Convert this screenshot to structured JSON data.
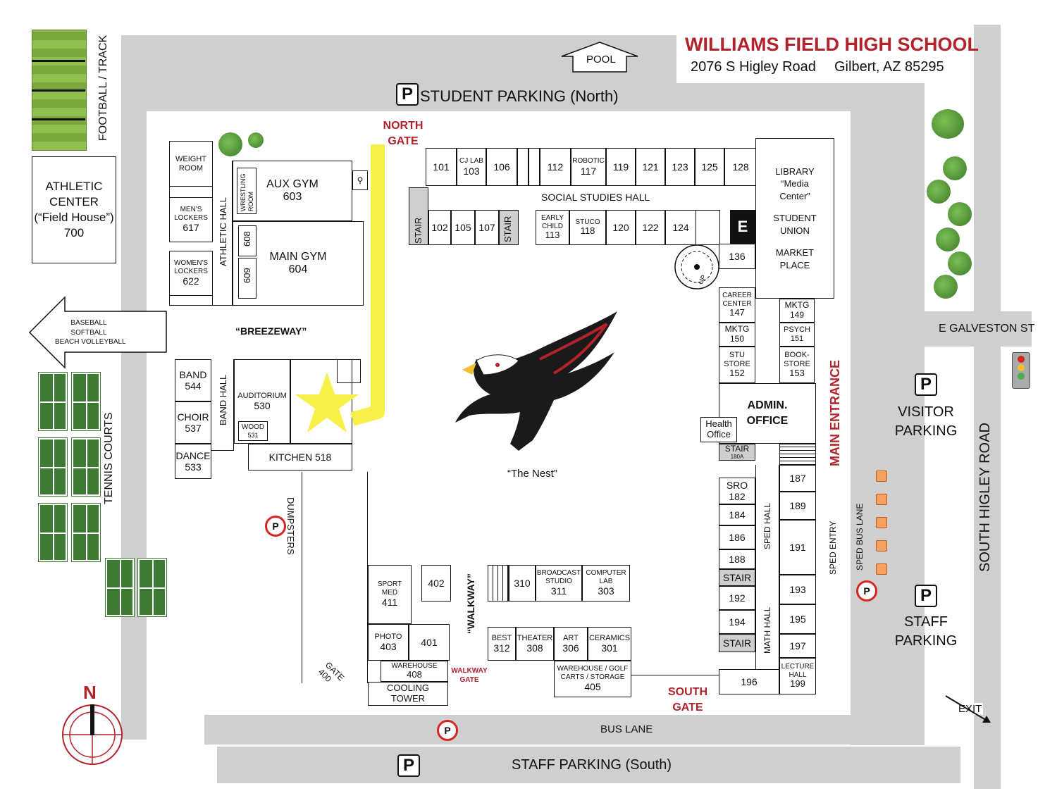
{
  "header": {
    "school_name": "WILLIAMS FIELD HIGH SCHOOL",
    "address": "2076 S Higley Road",
    "city": "Gilbert, AZ  85295"
  },
  "pool": "POOL",
  "parking": {
    "north": "STUDENT PARKING (North)",
    "south": "STAFF PARKING (South)",
    "visitor": [
      "VISITOR",
      "PARKING"
    ],
    "staff": [
      "STAFF",
      "PARKING"
    ],
    "p": "P"
  },
  "roads": {
    "higley": "SOUTH HIGLEY ROAD",
    "galveston": "E GALVESTON ST",
    "bus_lane": "BUS LANE",
    "sped_bus_lane": "SPED BUS LANE",
    "exit": "EXIT"
  },
  "athletics": {
    "football": "FOOTBALL / TRACK",
    "athletic_center": [
      "ATHLETIC",
      "CENTER",
      "(“Field House”)",
      "700"
    ],
    "baseball_arrow": [
      "BASEBALL",
      "SOFTBALL",
      "BEACH VOLLEYBALL"
    ],
    "tennis": "TENNIS COURTS"
  },
  "gates": {
    "north": [
      "NORTH",
      "GATE"
    ],
    "south": [
      "SOUTH",
      "GATE"
    ],
    "walkway": [
      "WALKWAY",
      "GATE"
    ],
    "gate400": [
      "GATE",
      "400"
    ]
  },
  "labels": {
    "breezeway": "“BREEZEWAY”",
    "walkway": "“WALKWAY”",
    "the_nest": "“The Nest”",
    "social_studies_hall": "SOCIAL STUDIES HALL",
    "athletic_hall": "ATHLETIC HALL",
    "band_hall": "BAND HALL",
    "sped_hall": "SPED HALL",
    "math_hall": "MATH HALL",
    "main_entrance": "MAIN ENTRANCE",
    "sped_entry": "SPED ENTRY",
    "dumpsters": "DUMPSTERS",
    "compass_n": "N",
    "up": "UP",
    "elevator": "E"
  },
  "rooms": {
    "weight": [
      "WEIGHT",
      "ROOM"
    ],
    "mens": [
      "MEN'S",
      "LOCKERS",
      "617"
    ],
    "womens": [
      "WOMEN'S",
      "LOCKERS",
      "622"
    ],
    "wrestling": "WRESTLING ROOM",
    "auxgym": [
      "AUX GYM",
      "603"
    ],
    "r608": "608",
    "r609": "609",
    "maingym": [
      "MAIN GYM",
      "604"
    ],
    "band": [
      "BAND",
      "544"
    ],
    "choir": [
      "CHOIR",
      "537"
    ],
    "dance": [
      "DANCE",
      "533"
    ],
    "auditorium": [
      "AUDITORIUM",
      "530"
    ],
    "wood": [
      "WOOD",
      "531"
    ],
    "kitchen": "KITCHEN 518",
    "r101": "101",
    "cjlab": [
      "CJ LAB",
      "103"
    ],
    "r106": "106",
    "r112": "112",
    "robotic": [
      "ROBOTIC",
      "117"
    ],
    "r119": "119",
    "r121": "121",
    "r123": "123",
    "r125": "125",
    "r128": "128",
    "stair": "STAIR",
    "r102": "102",
    "r105": "105",
    "r107": "107",
    "early": [
      "EARLY",
      "CHILD",
      "113"
    ],
    "stuco": [
      "STUCO",
      "118"
    ],
    "r120": "120",
    "r122": "122",
    "r124": "124",
    "r136": "136",
    "library": [
      "LIBRARY",
      "“Media",
      "Center”",
      "STUDENT",
      "UNION",
      "MARKET",
      "PLACE"
    ],
    "career": [
      "CAREER",
      "CENTER",
      "147"
    ],
    "mktg150": [
      "MKTG",
      "150"
    ],
    "stustore": [
      "STU",
      "STORE",
      "152"
    ],
    "mktg149": [
      "MKTG",
      "149"
    ],
    "psych": [
      "PSYCH",
      "151"
    ],
    "bookstore": [
      "BOOK-",
      "STORE",
      "153"
    ],
    "admin": [
      "ADMIN.",
      "OFFICE"
    ],
    "health": [
      "Health",
      "Office"
    ],
    "stair180": [
      "STAIR",
      "180A"
    ],
    "sro": [
      "SRO",
      "182"
    ],
    "r184": "184",
    "r186": "186",
    "r188": "188",
    "r192": "192",
    "r194": "194",
    "r196": "196",
    "r187": "187",
    "r189": "189",
    "r191": "191",
    "r193": "193",
    "r195": "195",
    "r197": "197",
    "lecture": [
      "LECTURE",
      "HALL",
      "199"
    ],
    "sport": [
      "SPORT",
      "MED",
      "411"
    ],
    "r402": "402",
    "photo": [
      "PHOTO",
      "403"
    ],
    "r401": "401",
    "warehouse408": [
      "WAREHOUSE",
      "408"
    ],
    "cooling": [
      "COOLING",
      "TOWER"
    ],
    "r310": "310",
    "broadcast": [
      "BROADCAST",
      "STUDIO",
      "311"
    ],
    "computer": [
      "COMPUTER",
      "LAB",
      "303"
    ],
    "best": [
      "BEST",
      "312"
    ],
    "theater": [
      "THEATER",
      "308"
    ],
    "art": [
      "ART",
      "306"
    ],
    "ceramics": [
      "CERAMICS",
      "301"
    ],
    "warehouse405": [
      "WAREHOUSE / GOLF",
      "CARTS / STORAGE",
      "405"
    ]
  },
  "colors": {
    "accent_red": "#b2222a",
    "highlight_yellow": "#f7ef4a",
    "road_gray": "#cfcfcf",
    "turf_green": "#3f7a35"
  }
}
